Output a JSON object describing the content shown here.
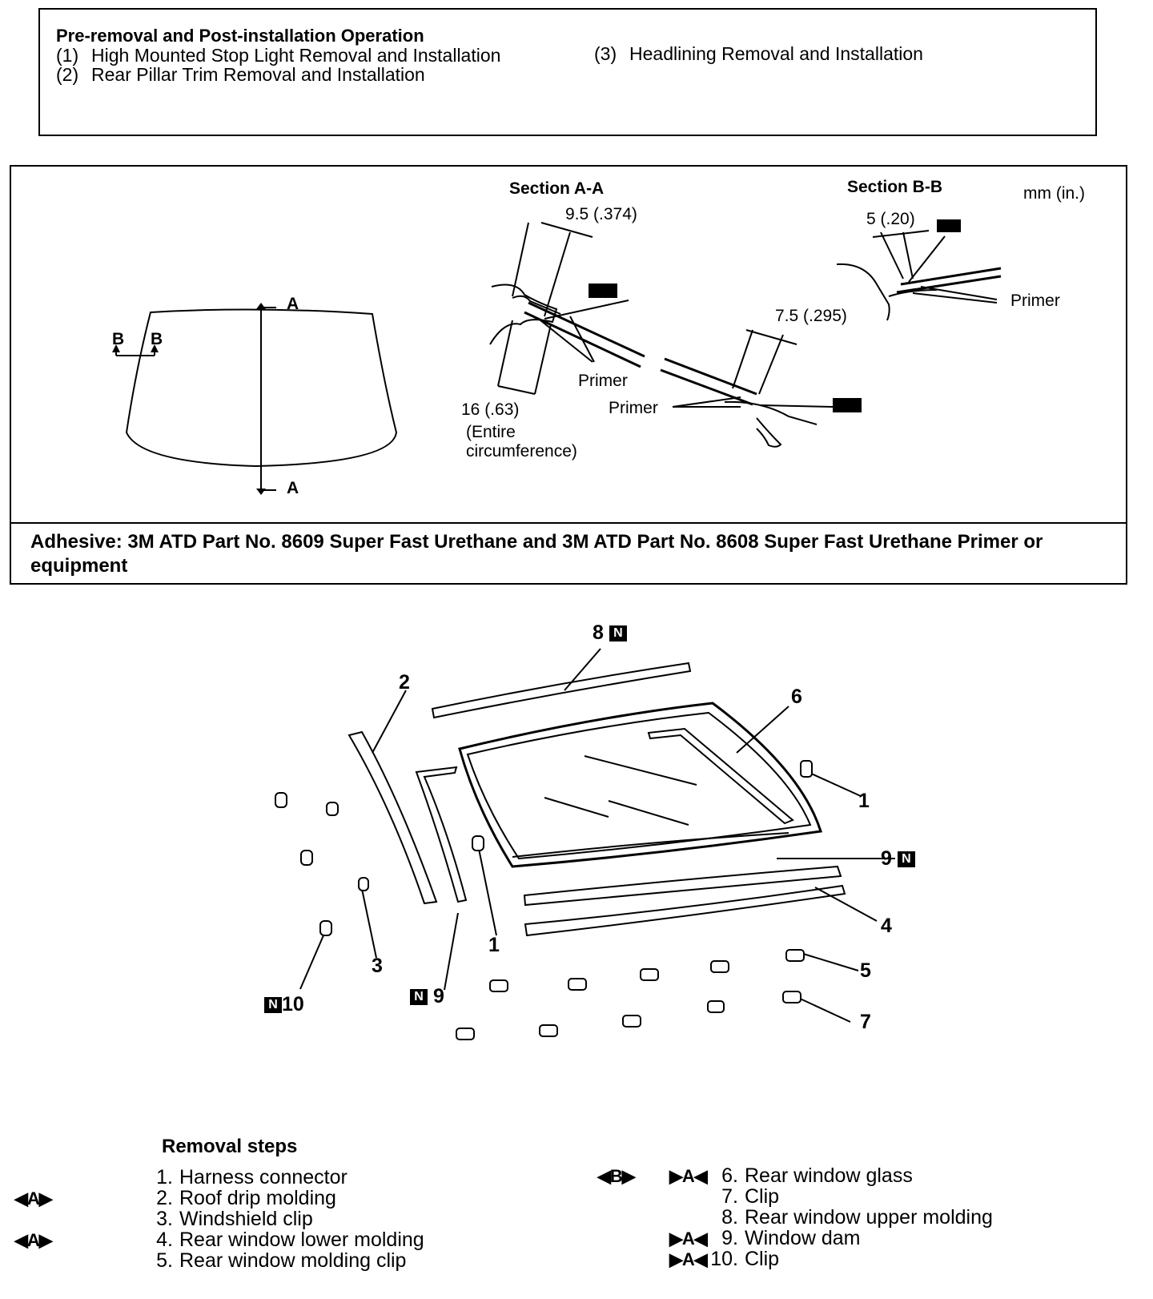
{
  "pre_operation": {
    "title": "Pre-removal and Post-installation Operation",
    "items": [
      {
        "num": "(1)",
        "text": "High Mounted Stop Light Removal and Installation"
      },
      {
        "num": "(2)",
        "text": "Rear Pillar Trim Removal and Installation"
      },
      {
        "num": "(3)",
        "text": "Headlining Removal and Installation"
      }
    ]
  },
  "section_diagram": {
    "section_aa": "Section A-A",
    "section_bb": "Section B-B",
    "units": "mm (in.)",
    "letter_a": "A",
    "letter_b": "B",
    "dim_95": "9.5 (.374)",
    "dim_75": "7.5 (.295)",
    "dim_5": "5 (.20)",
    "dim_16": "16 (.63)",
    "entire_1": "(Entire",
    "entire_2": "circumference)",
    "primer": "Primer"
  },
  "adhesive": "Adhesive: 3M ATD Part No. 8609 Super Fast Urethane and 3M ATD Part No. 8608 Super Fast Urethane Primer or equipment",
  "exploded": {
    "n_mark": "N",
    "callouts": [
      "1",
      "2",
      "3",
      "4",
      "5",
      "6",
      "7",
      "8",
      "9",
      "10"
    ]
  },
  "removal": {
    "title": "Removal steps",
    "steps": [
      {
        "num": "1.",
        "text": "Harness connector"
      },
      {
        "num": "2.",
        "text": "Roof drip molding"
      },
      {
        "num": "3.",
        "text": "Windshield clip"
      },
      {
        "num": "4.",
        "text": "Rear window lower molding"
      },
      {
        "num": "5.",
        "text": "Rear window molding clip"
      },
      {
        "num": "6.",
        "text": "Rear window glass"
      },
      {
        "num": "7.",
        "text": "Clip"
      },
      {
        "num": "8.",
        "text": "Rear window upper molding"
      },
      {
        "num": "9.",
        "text": "Window dam"
      },
      {
        "num": "10.",
        "text": "Clip"
      }
    ],
    "symbols": {
      "A_removal": "◀A▶",
      "B_removal": "◀B▶",
      "A_install": "▶A◀"
    }
  }
}
